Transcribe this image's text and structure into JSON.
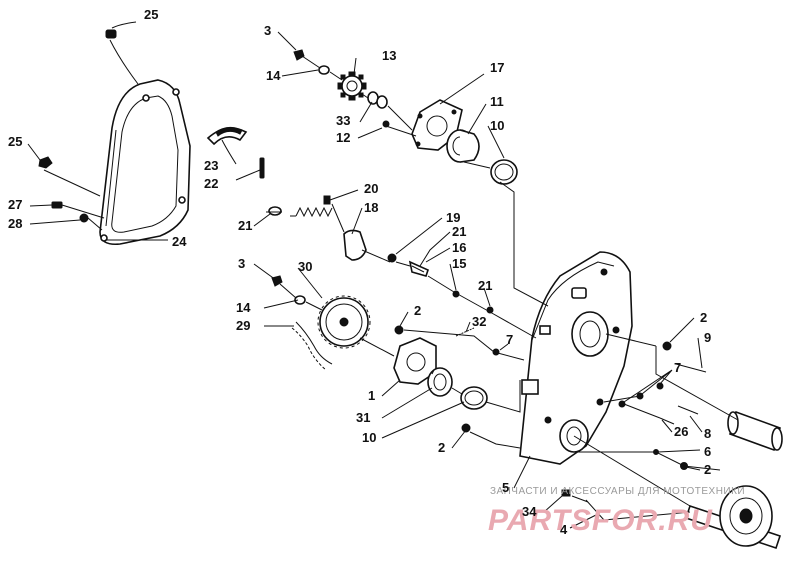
{
  "diagram": {
    "callouts": [
      "25",
      "3",
      "13",
      "17",
      "14",
      "11",
      "33",
      "10",
      "12",
      "25",
      "23",
      "22",
      "20",
      "27",
      "18",
      "28",
      "21",
      "24",
      "19",
      "21",
      "16",
      "3",
      "30",
      "15",
      "21",
      "14",
      "2",
      "32",
      "29",
      "7",
      "2",
      "9",
      "1",
      "7",
      "31",
      "10",
      "26",
      "8",
      "2",
      "6",
      "2",
      "5",
      "34",
      "4"
    ]
  },
  "watermark": {
    "caption": "ЗАПЧАСТИ И АКСЕССУАРЫ ДЛЯ МОТОТЕХНИКИ",
    "logo": "PARTSFOR.RU",
    "accent": "#e9a9b1"
  }
}
